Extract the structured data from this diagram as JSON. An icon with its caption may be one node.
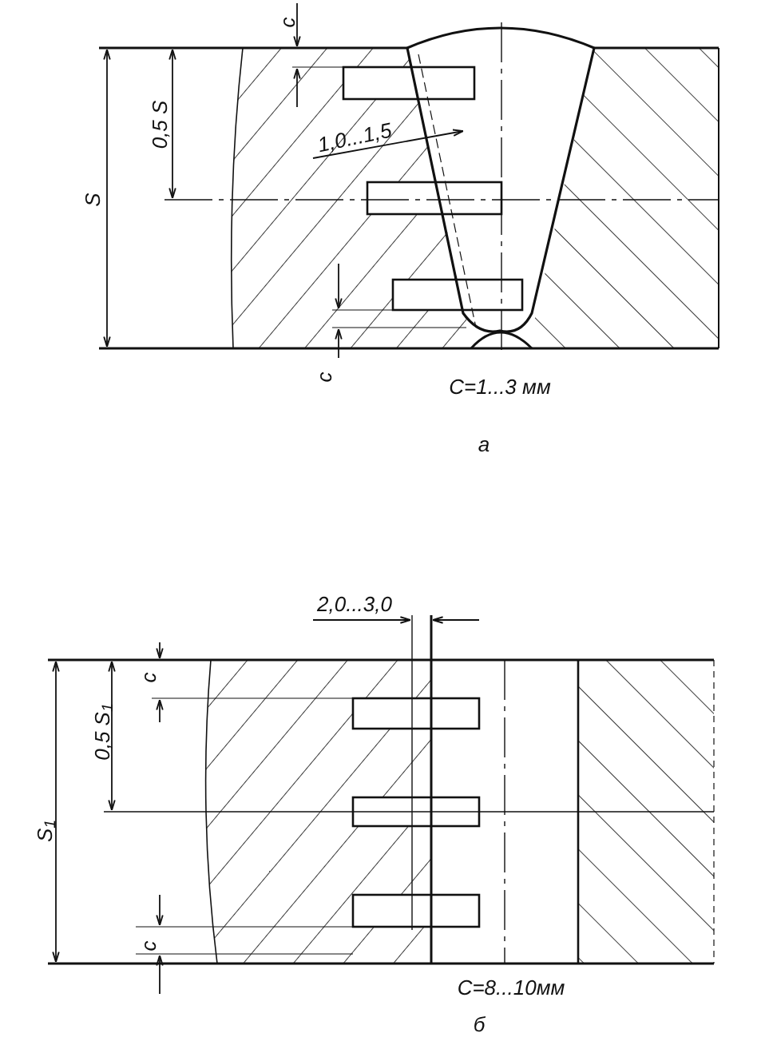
{
  "diagram": {
    "labels": [
      "c",
      "0,5 S",
      "S",
      "1,0...1,5",
      "c",
      "C=1...3 мм",
      "а",
      "2,0...3,0",
      "c",
      "0,5 S$_{1}$",
      "S$_{1}$",
      "c",
      "C=8...10мм",
      "б"
    ]
  }
}
